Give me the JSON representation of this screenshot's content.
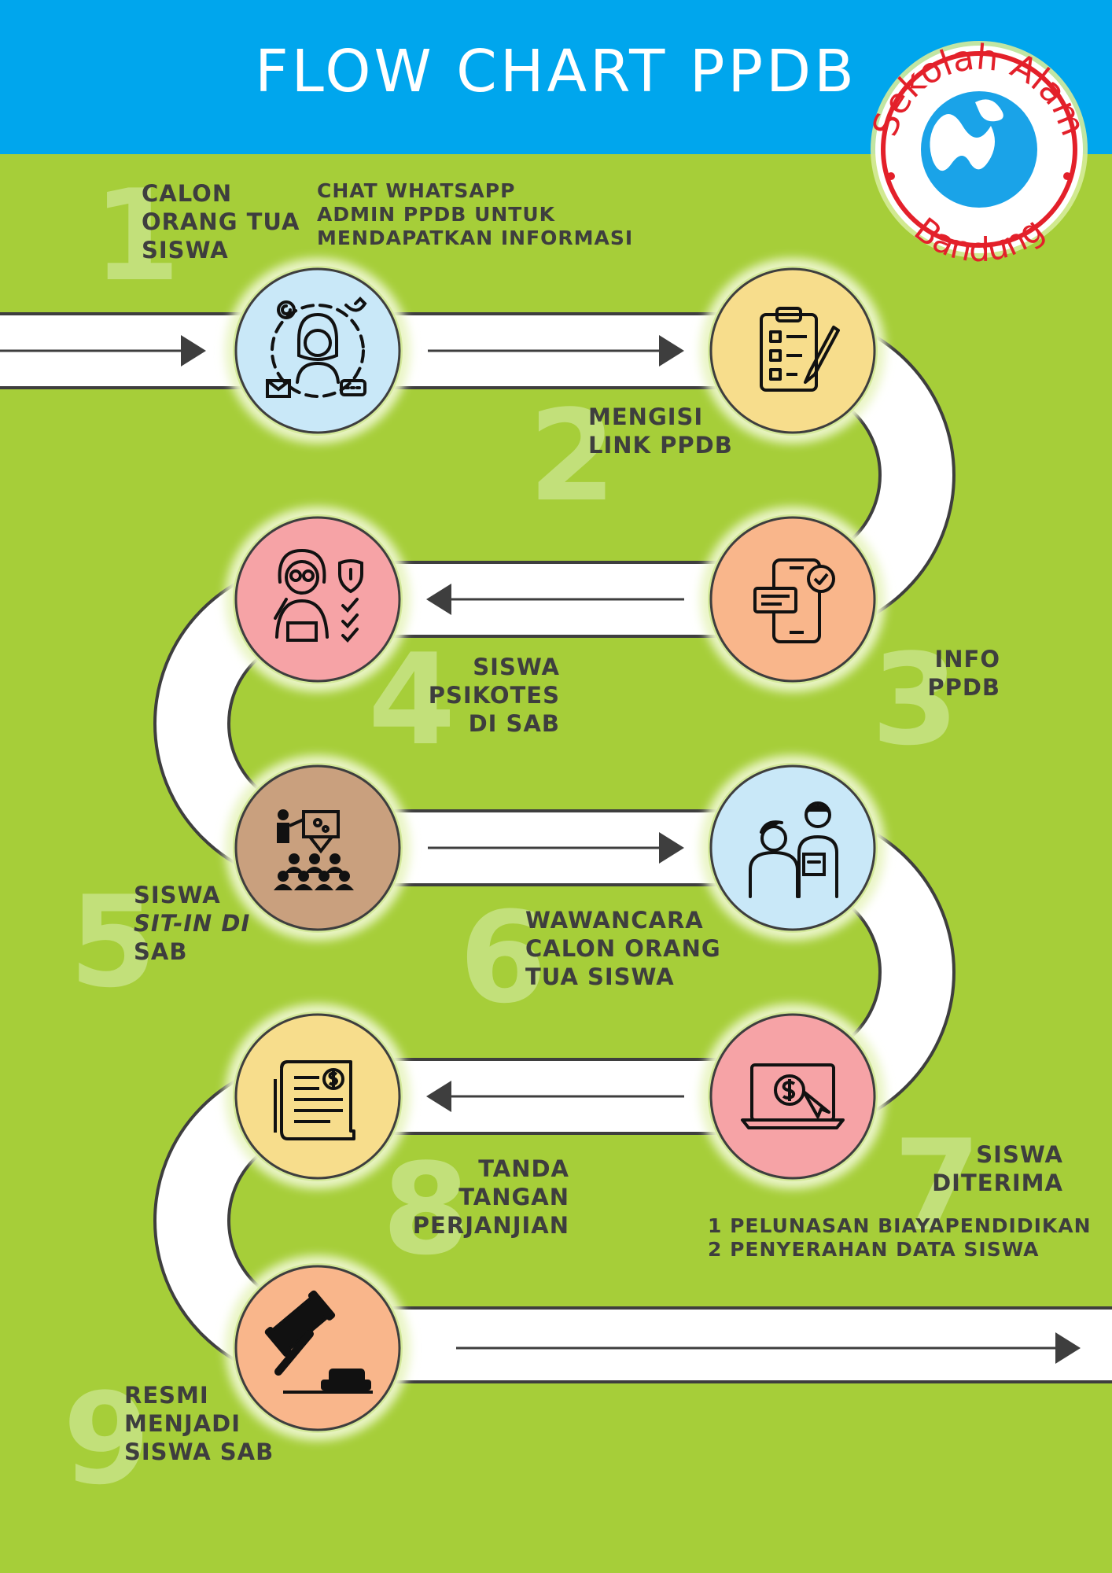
{
  "header": {
    "title": "FLOW CHART PPDB"
  },
  "logo": {
    "top_text": "Sekolah Alam",
    "bottom_text": "Bandung",
    "colors": {
      "ring": "#e3202a",
      "globe": "#1aa3e8",
      "water": "#ffffff"
    }
  },
  "colors": {
    "background": "#a6ce39",
    "header": "#00a6ed",
    "road": "#ffffff",
    "road_outline": "#3e3e3e",
    "number": "#c2e07a",
    "text": "#3e3e3e"
  },
  "steps": [
    {
      "num": "1",
      "label_lines": [
        "CALON",
        "ORANG TUA",
        "SISWA"
      ],
      "note_lines": [
        "CHAT WHATSAPP",
        "ADMIN PPDB UNTUK",
        "MENDAPATKAN INFORMASI"
      ],
      "icon": "contact-person-icon",
      "fill": "#c9e8f8"
    },
    {
      "num": "2",
      "label_lines": [
        "MENGISI",
        "LINK PPDB"
      ],
      "icon": "checklist-form-icon",
      "fill": "#f7dd8c"
    },
    {
      "num": "3",
      "label_lines": [
        "INFO",
        "PPDB"
      ],
      "icon": "smartphone-check-icon",
      "fill": "#f9b68b"
    },
    {
      "num": "4",
      "label_lines": [
        "SISWA",
        "PSIKOTES",
        "DI SAB"
      ],
      "icon": "test-taker-icon",
      "fill": "#f6a3a6"
    },
    {
      "num": "5",
      "label_lines": [
        "SISWA",
        "SIT-IN DI",
        "SAB"
      ],
      "icon": "classroom-presentation-icon",
      "fill": "#c9a07e"
    },
    {
      "num": "6",
      "label_lines": [
        "WAWANCARA",
        "CALON ORANG",
        "TUA SISWA"
      ],
      "icon": "interview-icon",
      "fill": "#c9e8f8"
    },
    {
      "num": "7",
      "label_lines": [
        "SISWA",
        "DITERIMA"
      ],
      "note_lines": [
        "1 PELUNASAN BIAYAPENDIDIKAN",
        "2 PENYERAHAN DATA SISWA"
      ],
      "icon": "online-payment-icon",
      "fill": "#f6a3a6"
    },
    {
      "num": "8",
      "label_lines": [
        "TANDA",
        "TANGAN",
        "PERJANJIAN"
      ],
      "icon": "contract-scroll-icon",
      "fill": "#f7dd8c"
    },
    {
      "num": "9",
      "label_lines": [
        "RESMI",
        "MENJADI",
        "SISWA SAB"
      ],
      "icon": "gavel-icon",
      "fill": "#f9b68b"
    }
  ]
}
